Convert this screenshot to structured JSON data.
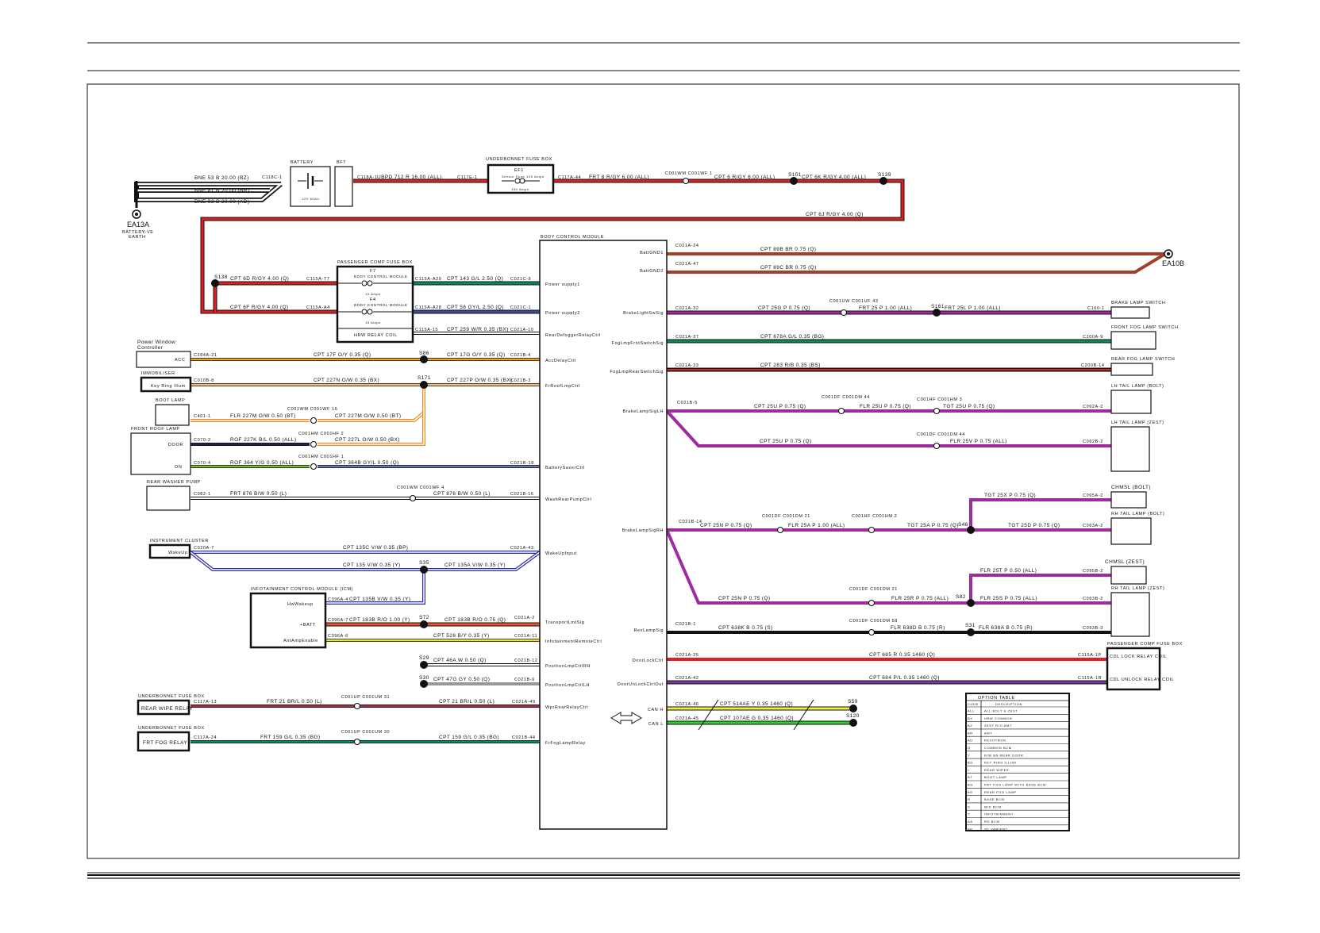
{
  "components": {
    "battery": "BATTERY",
    "bft": "BFT",
    "battery_rating": "12V 60Ah",
    "ea13a": "EA13A",
    "battery_ve_earth_1": "BATTERY-VE",
    "battery_ve_earth_2": "EARTH",
    "underbonnet_fuse_box": "UNDERBONNET FUSE BOX",
    "ef1": "EF1",
    "ef1_desc": "Sensor Fuse 125 Amps",
    "ef1_amps": "150 Amps",
    "passenger_fuse_box": "PASSENGER COMP FUSE BOX",
    "f7": "F7",
    "f7_desc": "BODY CONTROL MODULE",
    "f7_amps": "15 Amps",
    "f4": "F4",
    "f4_desc": "BODY CONTROL MODULE",
    "f4_amps": "15 Amps",
    "hrw_relay": "HRW RELAY COIL",
    "bcm": "BODY CONTROL MODULE",
    "ea10b": "EA10B",
    "power_window_1": "Power Window",
    "power_window_2": "Controller",
    "acc": "ACC",
    "immobiliser": "IMMOBILISER",
    "key_ring_illum": "Key Ring Illum",
    "boot_lamp": "BOOT LAMP",
    "front_roof_lamp": "FRONT ROOF LAMP",
    "door": "DOOR",
    "on": "ON",
    "rear_washer_pump": "REAR WASHER PUMP",
    "instrument_cluster": "INSTRUMENT CLUSTER",
    "wake_up": "WakeUp",
    "icm": "INFOTAINMENT CONTROL MODULE (ICM)",
    "icm_hw_wakeup": "HwWakeup",
    "icm_vbatt": "+BATT",
    "icm_antenna": "AntAmpEnable",
    "ubfb_2": "UNDERBONNET FUSE BOX",
    "rear_wipe_relay": "REAR WIPE RELAY",
    "ubfb_3": "UNDERBONNET FUSE BOX",
    "frt_fog_relay": "FRT FOG RELAY",
    "brake_lamp_switch": "BRAKE LAMP SWITCH",
    "front_fog_switch": "FRONT FOG LAMP SWITCH",
    "rear_fog_switch": "REAR FOG LAMP SWITCH",
    "lh_tail_bolt": "LH TAIL LAMP (BOLT)",
    "lh_tail_zest": "LH TAIL LAMP (ZEST)",
    "chmsl_bolt": "CHMSL (BOLT)",
    "rh_tail_bolt": "RH TAIL LAMP (BOLT)",
    "chmsl_zest": "CHMSL (ZEST)",
    "rh_tail_zest": "RH TAIL LAMP (ZEST)",
    "passenger_fuse_box_2": "PASSENGER COMP FUSE BOX",
    "cdl_lock": "CDL LOCK RELAY COIL",
    "cdl_unlock": "CDL UNLOCK RELAY COIL"
  },
  "pins_left": [
    "Power supply1",
    "Power supply2",
    "RearDefoggerRelayCtrl",
    "AccDelayCtrl",
    "FrRoofLmpCtrl",
    "BatterySaverCtrl",
    "WashRearPumpCtrl",
    "WakeUpInput",
    "TransportLmtSig",
    "InfotainmentRemoteCtrl",
    "PositionLmpCtrlRH",
    "PositionLmpCtrlLH",
    "WprRearRelayCtrl",
    "FrFogLampRelay"
  ],
  "pins_right": [
    "BattGND1",
    "BattGND2",
    "BrakeLightSwSig",
    "FogLmpFrntSwitchSig",
    "FogLmpRearSwitchSig",
    "BrakeLampSigLH",
    "BrakeLampSigRH",
    "RevLampSig",
    "DoorLockCtrl",
    "DoorUnLockCtrlOut",
    "CAN H",
    "CAN L"
  ],
  "connectors": {
    "c118c": "C118C-1",
    "c118a": "C118A-1",
    "c117e": "C117E-1",
    "c117a44": "C117A-44",
    "c001wm_c001wf1": "C001WM C001WF 1",
    "c115a_t7": "C115A-T7",
    "c115a_a4": "C115A-A4",
    "c115a_a29": "C115A-A29",
    "c115a_a28": "C115A-A28",
    "c115a_15": "C115A-15",
    "c021c9": "C021C-9",
    "c021c1": "C021C-1",
    "c021a10": "C021A-10",
    "c021b4": "C021B-4",
    "c021b3": "C021B-3",
    "c284a21": "C284A-21",
    "c010b8": "C010B-8",
    "c401_1": "C401-1",
    "c001wm_c001wf15": "C001WM C001WF 15",
    "c070_2": "C070-2",
    "c070_4": "C070-4",
    "c001hm_c001hf2": "C001HM C001HF 2",
    "c001hm_c001hf1": "C001HM C001HF 1",
    "c021r18": "C021R-18",
    "c082_1": "C082-1",
    "c001wm_c001wf4": "C001WM C001WF 4",
    "c021b16": "C021B-16",
    "c020a7": "C020A-7",
    "c021a43": "C021A-43",
    "c396a4": "C396A-4",
    "c396a7": "C396A-7",
    "c396a6": "C396A-6",
    "c021a2": "C021A-2",
    "c021a11": "C021A-11",
    "c021b12": "C021B-12",
    "c021b6": "C021B-6",
    "c117a13": "C117A-13",
    "c001up_c001um31": "C001UP C001UM 31",
    "c021a49": "C021A-49",
    "c117a24": "C117A-24",
    "c001up_c001um30": "C001UP C001UM 30",
    "c021b44": "C021B-44",
    "c021a24": "C021A-24",
    "c021a47": "C021A-47",
    "c021a32": "C021A-32",
    "c001uw_c001uf43": "C001UW C001UF 43",
    "c160_1": "C160-1",
    "c021a37": "C021A-37",
    "c200a9": "C200A-9",
    "c021a33": "C021A-33",
    "c200b14": "C200B-14",
    "c021b5": "C021B-5",
    "c001df_c001dm44": "C001DF C001DM 44",
    "c001hf_c001hm3": "C001HF C001HM 3",
    "c092a2": "C092A-2",
    "c001df_c001dm44b": "C001DF C001DM 44",
    "c092b2": "C092B-2",
    "c021b14": "C021B-14",
    "c001df_c001dm21": "C001DF C001DM 21",
    "c001hf_c001hm2": "C001HF C001HM 2",
    "c095a2": "C095A-2",
    "c093a2": "C093A-2",
    "c001df_c001dm21b": "C001DF C001DM 21",
    "c095b2": "C095B-2",
    "c093b2": "C093B-2",
    "c021b1": "C021B-1",
    "c001df_c001dm58": "C001DF C001DM 58",
    "c093b3": "C093B-3",
    "c021a25": "C021A-25",
    "c115a1p": "C115A-1P",
    "c021a42": "C021A-42",
    "c115a1r": "C115A-1R",
    "c021a46": "C021A-46",
    "c021a45": "C021A-45"
  },
  "splices": [
    "S101",
    "S139",
    "S138",
    "S86",
    "S171",
    "S35",
    "S72",
    "S29",
    "S30",
    "S161",
    "S46",
    "S82",
    "S31",
    "S59",
    "S120"
  ],
  "wires": {
    "bne53": "BNE 53 B 20.00 (BZ)",
    "bne81": "BNE 81 B 20.00 (BR)",
    "bne93": "BNE 93 B 20.00 (AD)",
    "w712": "UBPD 712 R 16.00 (ALL)",
    "frt8": "FRT 8 R/GY 6.00 (ALL)",
    "cpt6": "CPT 6 R/GY 6.00 (ALL)",
    "cpt6k": "CPT 6K R/GY 4.00 (ALL)",
    "cpt6j": "CPT 6J R/GY 4.00 (Q)",
    "cpt6d": "CPT 6D R/GY 4.00 (Q)",
    "cpt6f": "CPT 6F R/GY 4.00 (Q)",
    "cpt143": "CPT 143 G/L 2.50 (Q)",
    "cpt58": "CPT 58 GY/L 2.50 (Q)",
    "cpt259": "CPT 259 W/R 0.35 (BX)",
    "cpt17f": "CPT 17F O/Y 0.35 (Q)",
    "cpt17g": "CPT 17G O/Y 0.35 (Q)",
    "cpt227n": "CPT 227N O/W 0.35 (BX)",
    "cpt227p": "CPT 227P O/W 0.35 (BX)",
    "flr227m": "FLR 227M O/W 0.50 (BT)",
    "cpt227m": "CPT 227M O/W 0.50 (BT)",
    "rof227k": "ROF 227K B/L 0.50 (ALL)",
    "cpt227l": "CPT 227L O/W 0.50 (BX)",
    "rof364": "ROF 364 Y/G 0.50 (ALL)",
    "cpt364b": "CPT 364B GY/L 0.50 (Q)",
    "frt876": "FRT 876 B/W 0.50 (L)",
    "cpt876": "CPT 876 B/W 0.50 (L)",
    "cpt135c": "CPT 135C V/W 0.35 (BP)",
    "cpt135": "CPT 135 V/W 0.35 (Y)",
    "cpt135a": "CPT 135A V/W 0.35 (Y)",
    "cpt135b": "CPT 135B V/W 0.35 (Y)",
    "cpt183b": "CPT 183B R/O 1.00 (Y)",
    "cpt183a": "CPT 183B R/O 0.75 (Q)",
    "cpt526": "CPT 526 B/Y 0.35 (Y)",
    "cpt46a": "CPT 46A W 0.50 (Q)",
    "cpt47g": "CPT 47G GY 0.50 (Q)",
    "frt21": "FRT 21 BR/L 0.50 (L)",
    "cpt21": "CPT 21 BR/L 0.50 (L)",
    "frt159": "FRT 159 G/L 0.35 (BG)",
    "cpt159": "CPT 159 G/L 0.35 (BG)",
    "cpt89b": "CPT 89B BR 0.75 (Q)",
    "cpt89c": "CPT 89C BR 0.75 (Q)",
    "cpt25g": "CPT 25G P 0.75 (Q)",
    "frt25": "FRT 25 P 1.00 (ALL)",
    "frt25l": "FRT 25L P 1.00 (ALL)",
    "cpt678a": "CPT 678A G/L 0.35 (BG)",
    "cpt283": "CPT 283 R/B 0.35 (BS)",
    "cpt25u1": "CPT 25U P 0.75 (Q)",
    "flr25u": "FLR 25U P 0.75 (Q)",
    "tgt25u": "TGT 25U P 0.75 (Q)",
    "cpt25u2": "CPT 25U P 0.75 (Q)",
    "flr25v": "FLR 25V P 0.75 (ALL)",
    "tgt25x": "TGT 25X P 0.75 (Q)",
    "cpt25n1": "CPT 25N P 0.75 (Q)",
    "flr25a": "FLR 25A P 1.00 (ALL)",
    "tgt25a": "TGT 25A P 0.75 (Q)",
    "tgt25d": "TGT 25D P 0.75 (Q)",
    "flr25t": "FLR 25T P 0.50 (ALL)",
    "cpt25n2": "CPT 25N P 0.75 (Q)",
    "flr25r": "FLR 25R P 0.75 (ALL)",
    "flr25s": "FLR 25S P 0.75 (ALL)",
    "cpt638k": "CPT 638K B 0.75 (S)",
    "flr638d": "FLR 638D B 0.75 (R)",
    "flr638a": "FLR 638A B 0.75 (R)",
    "cpt685": "CPT 685 R 0.35 1460 (Q)",
    "cpt684": "CPT 684 P/L 0.35 1460 (Q)",
    "cpt514ae": "CPT 514AE Y 0.35 1460 (Q)",
    "cpt107ae": "CPT 107AE G 0.35 1460 (Q)"
  },
  "option_table": {
    "title": "OPTION TABLE",
    "header": [
      "CODE",
      "DESCRIPTION"
    ],
    "rows": [
      [
        "ALL",
        "ALL BOLT & ZEST"
      ],
      [
        "BX",
        "HRW COMMON"
      ],
      [
        "BZ",
        "ZEST R/O AMT"
      ],
      [
        "BR",
        "AMT"
      ],
      [
        "AD",
        "REVOTRON"
      ],
      [
        "Q",
        "COMMON BCM"
      ],
      [
        "Y",
        "R/W BN REAR DOOR"
      ],
      [
        "BG",
        "KEY RING ILLUM"
      ],
      [
        "L",
        "REAR WIPER"
      ],
      [
        "BT",
        "BOOT LAMP"
      ],
      [
        "BG",
        "FRT FOG LAMP WITH BASE BCM"
      ],
      [
        "BS",
        "REAR FOG LAMP"
      ],
      [
        "R",
        "BASE BCM"
      ],
      [
        "S",
        "MID BCM"
      ],
      [
        "Y",
        "INFOTAINMENT"
      ],
      [
        "AA",
        "RD BCM"
      ],
      [
        "BP",
        "XE VARIENT"
      ]
    ]
  },
  "colors": {
    "red": "#e02020",
    "brown": "#a0402a",
    "green": "#0a8a55",
    "purple": "#a02aa0",
    "orange": "#f08a20",
    "black": "#111111"
  }
}
